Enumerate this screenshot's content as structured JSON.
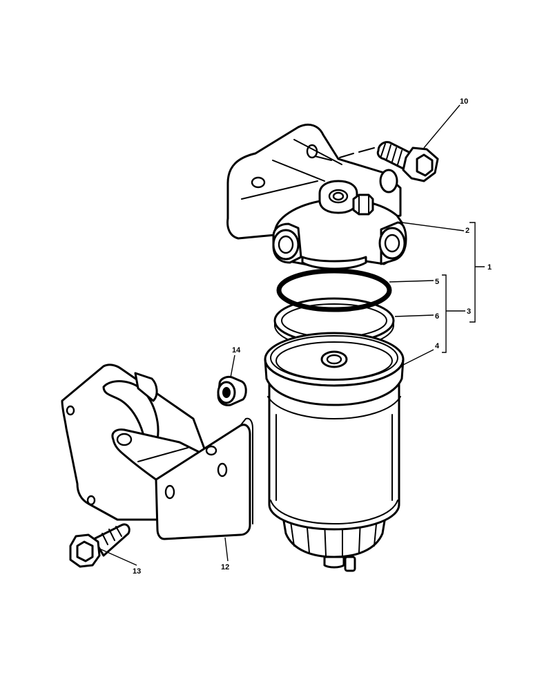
{
  "callouts": {
    "c1": "1",
    "c2": "2",
    "c3": "3",
    "c4": "4",
    "c5": "5",
    "c6": "6",
    "c10": "10",
    "c12": "12",
    "c13": "13",
    "c14": "14"
  }
}
